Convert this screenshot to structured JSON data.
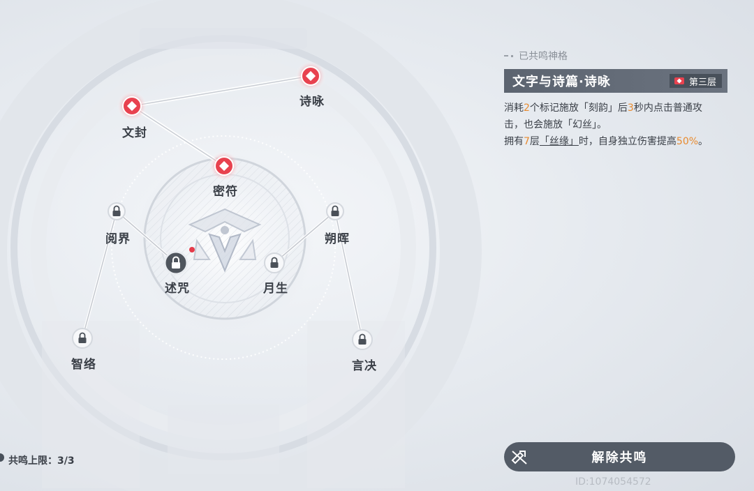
{
  "panel": {
    "header": "已共鸣神格",
    "skill_title": "文字与诗篇·诗咏",
    "tier": "第三层",
    "desc": {
      "l1_a": "消耗",
      "l1_n1": "2",
      "l1_b": "个标记施放「刻韵」后",
      "l1_n2": "3",
      "l1_c": "秒内点击普通攻",
      "l2": "击，也会施放「幻丝」。",
      "l3_a": "拥有",
      "l3_n1": "7",
      "l3_b": "层",
      "l3_u": "「丝缘」",
      "l3_c": "时，自身独立伤害提高",
      "l3_n2": "50%",
      "l3_d": "。"
    },
    "button_label": "解除共鸣"
  },
  "resonance_cap": "共鸣上限：3/3",
  "uid": "ID:1074054572",
  "nodes": [
    {
      "id": "shiyong",
      "label": "诗咏",
      "state": "active"
    },
    {
      "id": "wenfeng",
      "label": "文封",
      "state": "active"
    },
    {
      "id": "mifu",
      "label": "密符",
      "state": "active"
    },
    {
      "id": "yuejie",
      "label": "阅界",
      "state": "locked"
    },
    {
      "id": "shuozhou",
      "label": "述咒",
      "state": "locked"
    },
    {
      "id": "shuohui",
      "label": "朔晖",
      "state": "locked"
    },
    {
      "id": "yuesheng",
      "label": "月生",
      "state": "locked"
    },
    {
      "id": "zhiluo",
      "label": "智络",
      "state": "locked"
    },
    {
      "id": "yanjue",
      "label": "言决",
      "state": "locked"
    }
  ],
  "colors": {
    "active": "#e8424f",
    "locked": "#4a5058",
    "accent": "#e88a2e",
    "button": "#535b66"
  }
}
